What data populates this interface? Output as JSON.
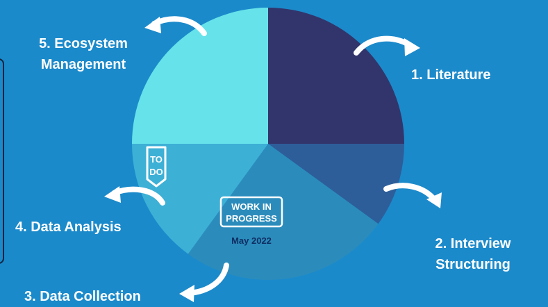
{
  "chart_data": {
    "type": "pie",
    "slices": [
      {
        "label": "1. Literature",
        "value": 25,
        "color": "#32356B"
      },
      {
        "label": "2. Interview Structuring",
        "value": 10,
        "color": "#2D5E9A"
      },
      {
        "label": "3. Data Collection",
        "value": 25,
        "color": "#2B8CBC"
      },
      {
        "label": "4. Data Analysis",
        "value": 15,
        "color": "#3DB0D6"
      },
      {
        "label": "5. Ecosystem Management",
        "value": 25,
        "color": "#66E3EA"
      }
    ]
  },
  "labels": {
    "literature": "1. Literature",
    "interview_line1": "2. Interview",
    "interview_line2": "Structuring",
    "data_collection": "3. Data Collection",
    "data_analysis": "4. Data Analysis",
    "ecosystem_line1": "5. Ecosystem",
    "ecosystem_line2": "Management"
  },
  "stamps": {
    "todo_line1": "TO",
    "todo_line2": "DO",
    "wip_line1": "WORK IN",
    "wip_line2": "PROGRESS",
    "date": "May 2022"
  },
  "colors": {
    "background": "#1B8ACB",
    "arrow": "#ffffff",
    "stamp_text": "#ffffff",
    "date_text": "#0E2E63"
  },
  "icons": [
    "curved-arrow-icon",
    "todo-badge-icon",
    "work-in-progress-stamp-icon"
  ]
}
